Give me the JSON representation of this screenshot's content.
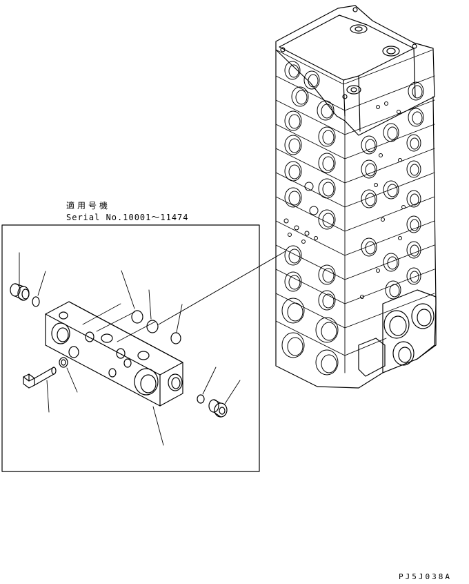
{
  "header": {
    "applicable_label": "適用号機",
    "serial_label": "Serial No.10001～11474"
  },
  "footer": {
    "drawing_code": "PJ5J038A"
  },
  "colors": {
    "line": "#000000",
    "background": "#ffffff"
  }
}
